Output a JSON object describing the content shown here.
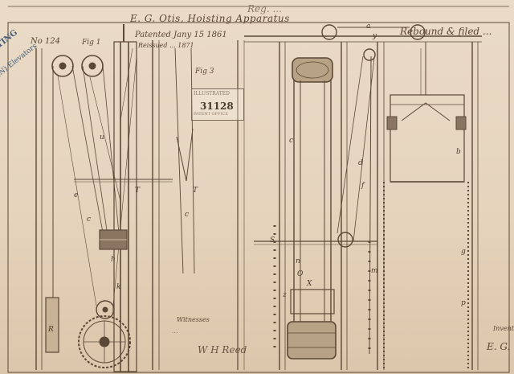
{
  "document": {
    "title": "E. G. Otis, Hoisting Apparatus",
    "patented": "Patented Jany 15 1861",
    "reissued": "Reissued ... 1871",
    "registry": "Reg. ...",
    "corner_note": "Rebound & filed ...",
    "margin_label": "HOISTING",
    "margin_sub": "(N) Elevators",
    "margin_number": "No 124",
    "fig_1": "Fig 1",
    "fig_3": "Fig 3",
    "stamp": {
      "line1": "ILLUSTRATED",
      "number": "31128",
      "line3": "PATENT OFFICE"
    },
    "witnesses_label": "Witnesses",
    "witness_sig_1": "...",
    "witness_sig_2": "W H Reed",
    "inventor_label": "Inventor",
    "inventor_sig": "E. G."
  },
  "labels": {
    "a1": "a",
    "b1": "b",
    "c1": "c",
    "d1": "d",
    "e1": "e",
    "f1": "f",
    "g1": "g",
    "h1": "h",
    "k1": "k",
    "m1": "m",
    "n1": "n",
    "o1": "O",
    "p1": "p",
    "r1": "R",
    "s1": "S",
    "t1": "T",
    "u1": "u",
    "x1": "X",
    "y1": "y",
    "z1": "z"
  },
  "colors": {
    "paper": "#e9d9c5",
    "ink": "#4a3a2c",
    "blue_ink": "#3e5a78"
  }
}
